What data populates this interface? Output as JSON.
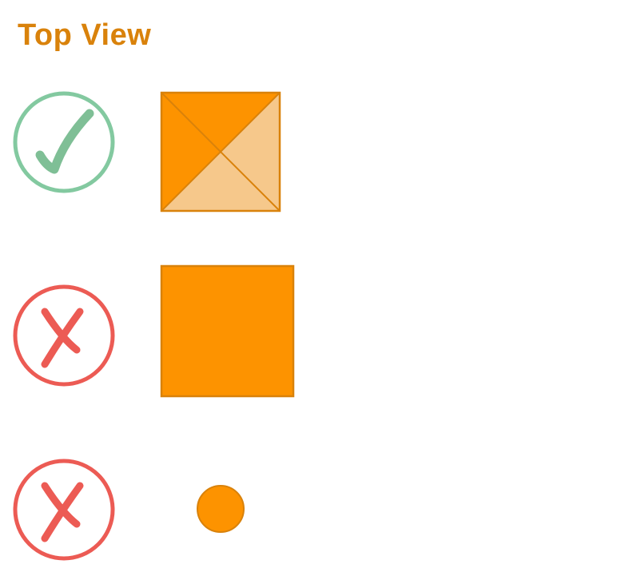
{
  "title": "Top View",
  "colors": {
    "title": "#d9820b",
    "correct": "#83c9a0",
    "correct_check": "#7fbf96",
    "wrong": "#ec5b54",
    "shape_fill": "#fd9300",
    "shape_stroke": "#d9820b",
    "shape_light": "#f6c88b"
  },
  "options": [
    {
      "mark": "check-icon",
      "shape": "square-pyramid-top-view",
      "correct": true
    },
    {
      "mark": "cross-icon",
      "shape": "plain-square",
      "correct": false
    },
    {
      "mark": "cross-icon",
      "shape": "small-circle",
      "correct": false
    }
  ]
}
